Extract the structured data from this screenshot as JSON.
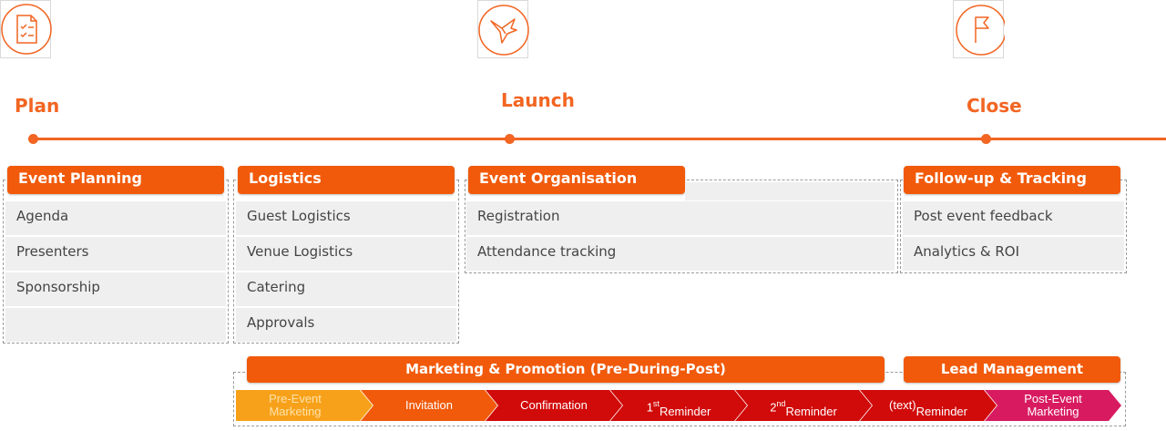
{
  "stages": [
    {
      "label": "Plan",
      "icon": "checklist-icon"
    },
    {
      "label": "Launch",
      "icon": "origami-bird-icon"
    },
    {
      "label": "Close",
      "icon": "flag-icon"
    }
  ],
  "groups": {
    "event_planning": {
      "title": "Event Planning",
      "items": [
        "Agenda",
        "Presenters",
        "Sponsorship"
      ]
    },
    "logistics": {
      "title": "Logistics",
      "items": [
        "Guest Logistics",
        "Venue Logistics",
        "Catering",
        "Approvals"
      ]
    },
    "event_organisation": {
      "title": "Event Organisation",
      "items": [
        "Registration",
        "Attendance tracking"
      ]
    },
    "follow_up": {
      "title": "Follow-up & Tracking",
      "items": [
        "Post event feedback",
        "Analytics & ROI"
      ]
    }
  },
  "marketing": {
    "title": "Marketing & Promotion (Pre-During-Post)",
    "lead_title": "Lead Management",
    "steps": [
      {
        "text": "Pre-Event\nMarketing",
        "color": "#f7a11a"
      },
      {
        "text": "Invitation",
        "color": "#f05a0a"
      },
      {
        "text": "Confirmation",
        "color": "#d10a0a"
      },
      {
        "text": "Reminder",
        "prefix": "1",
        "sup": "st",
        "color": "#d10a0a"
      },
      {
        "text": "Reminder",
        "prefix": "2",
        "sup": "nd",
        "color": "#d10a0a"
      },
      {
        "text": "Reminder",
        "prefix": "(text)",
        "color": "#d10a0a"
      },
      {
        "text": "Post-Event\nMarketing",
        "color": "#d81b60"
      }
    ]
  },
  "colors": {
    "accent": "#f26522",
    "header": "#f15a0b",
    "row_bg": "#efefef"
  }
}
